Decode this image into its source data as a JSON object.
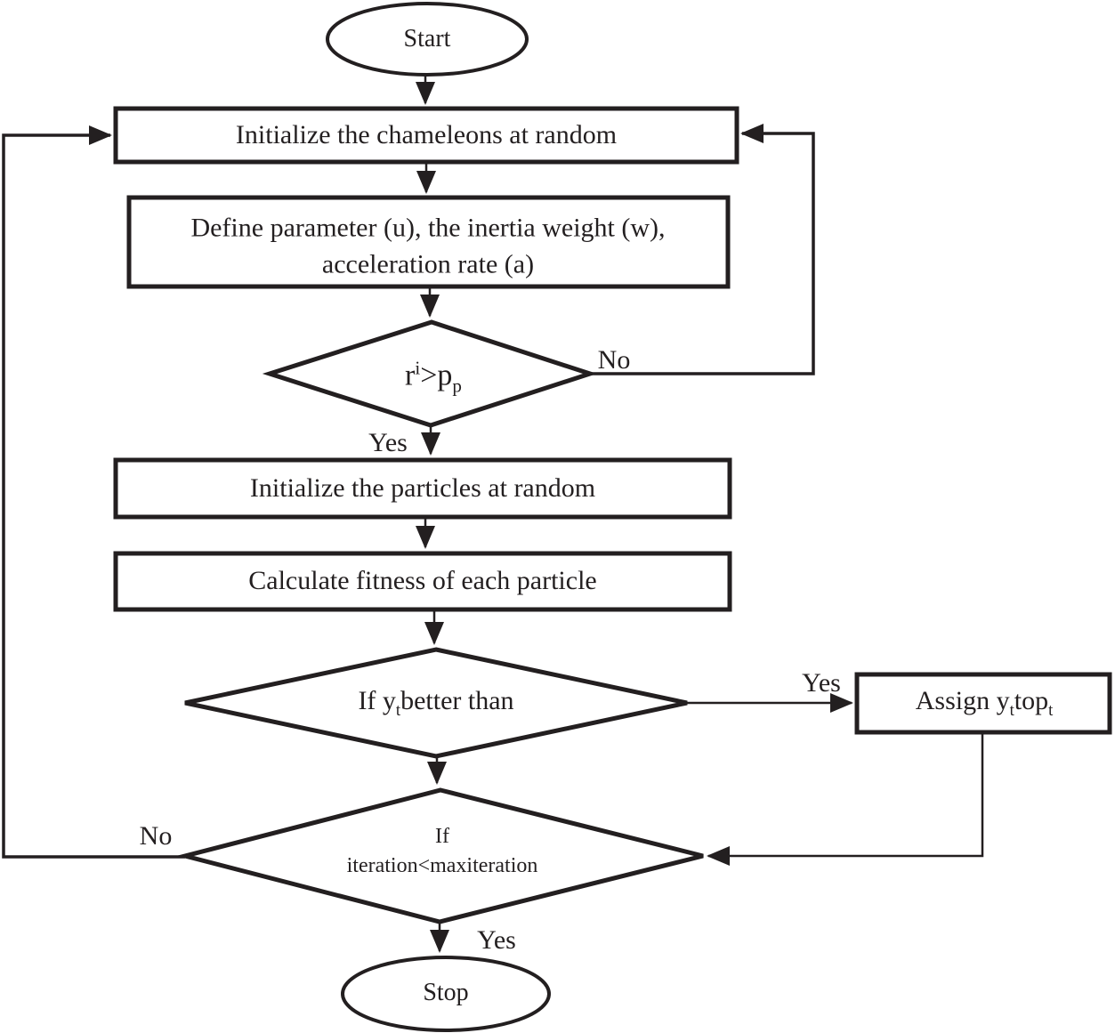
{
  "flowchart": {
    "colors": {
      "ink": "#231f20",
      "background": "#ffffff"
    },
    "nodes": {
      "start": {
        "type": "terminator",
        "label": "Start"
      },
      "init_chameleons": {
        "type": "process",
        "label": "Initialize the chameleons at random"
      },
      "define_params": {
        "type": "process",
        "line1": "Define parameter (u), the inertia weight (w),",
        "line2": "acceleration rate (a)"
      },
      "r_check": {
        "type": "decision",
        "base1": "r",
        "sup": "i",
        "operator": ">",
        "base2": "p",
        "sub": "p"
      },
      "init_particles": {
        "type": "process",
        "label": "Initialize the particles at random"
      },
      "calc_fitness": {
        "type": "process",
        "label": "Calculate fitness of each particle"
      },
      "better_check": {
        "type": "decision",
        "prefix": "If y",
        "sub": "t",
        "suffix": "better than"
      },
      "assign": {
        "type": "process",
        "prefix": "Assign y",
        "sub1": "t",
        "mid": "top",
        "sub2": "t"
      },
      "iteration_check": {
        "type": "decision",
        "line1": "If",
        "line2": "iteration<maxiteration"
      },
      "stop": {
        "type": "terminator",
        "label": "Stop"
      }
    },
    "edge_labels": {
      "r_check_no": "No",
      "r_check_yes": "Yes",
      "better_check_yes": "Yes",
      "iteration_check_no": "No",
      "iteration_check_yes": "Yes"
    }
  }
}
